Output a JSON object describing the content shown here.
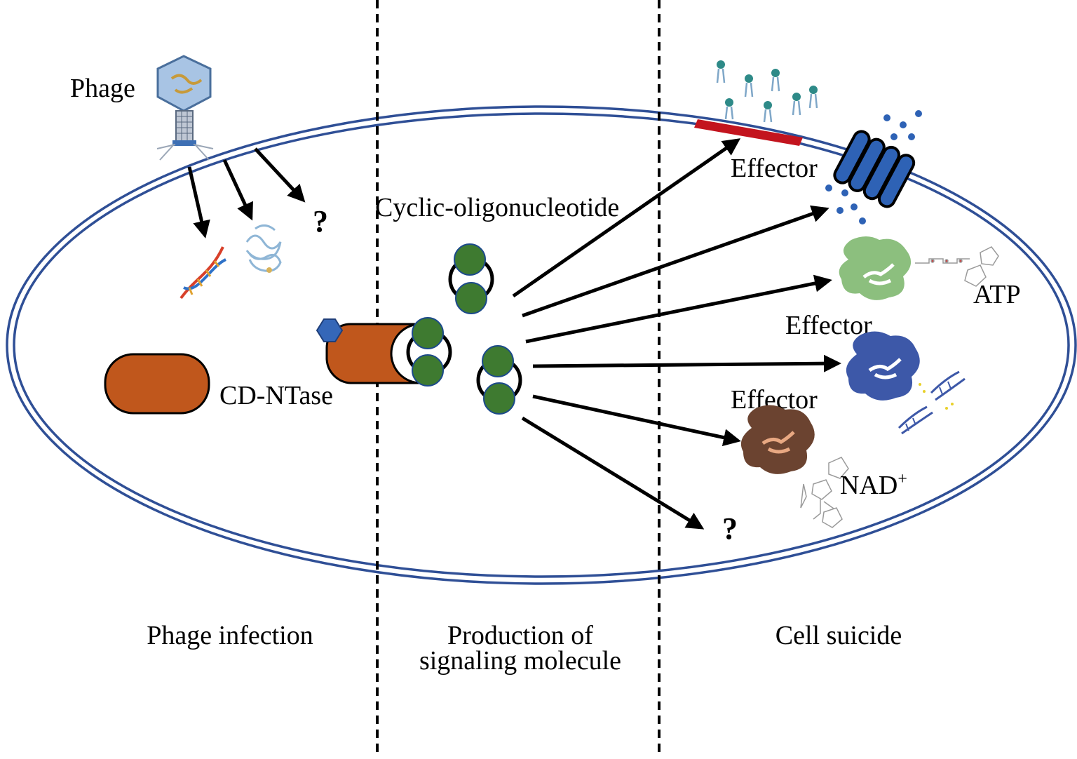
{
  "labels": {
    "phage": "Phage",
    "cyclic_oligonucleotide": "Cyclic-oligonucleotide",
    "cd_ntase": "CD-NTase",
    "effector_top": "Effector",
    "effector_middle": "Effector",
    "effector_lower": "Effector",
    "atp": "ATP",
    "nad": "NAD",
    "nad_superscript": "+",
    "question_left": "?",
    "question_right": "?"
  },
  "sections": {
    "phage_infection": "Phage infection",
    "production_line1": "Production of",
    "production_line2": "signaling molecule",
    "cell_suicide": "Cell suicide"
  },
  "colors": {
    "membrane": "#2f4f96",
    "cd_ntase": "#c0571c",
    "cyclic_nucleotide": "#3e7a30",
    "hexagon": "#3567b8",
    "channel": "#2e62b5",
    "effector_green": "#8cbf7e",
    "effector_blue": "#3d58a8",
    "effector_brown": "#6b4330",
    "lipid_damage": "#c3141e"
  },
  "icons": [
    "phage-icon",
    "dna-icon",
    "protein-icon",
    "lipid-icon",
    "ion-channel-icon",
    "atp-molecule-icon",
    "nad-molecule-icon"
  ]
}
